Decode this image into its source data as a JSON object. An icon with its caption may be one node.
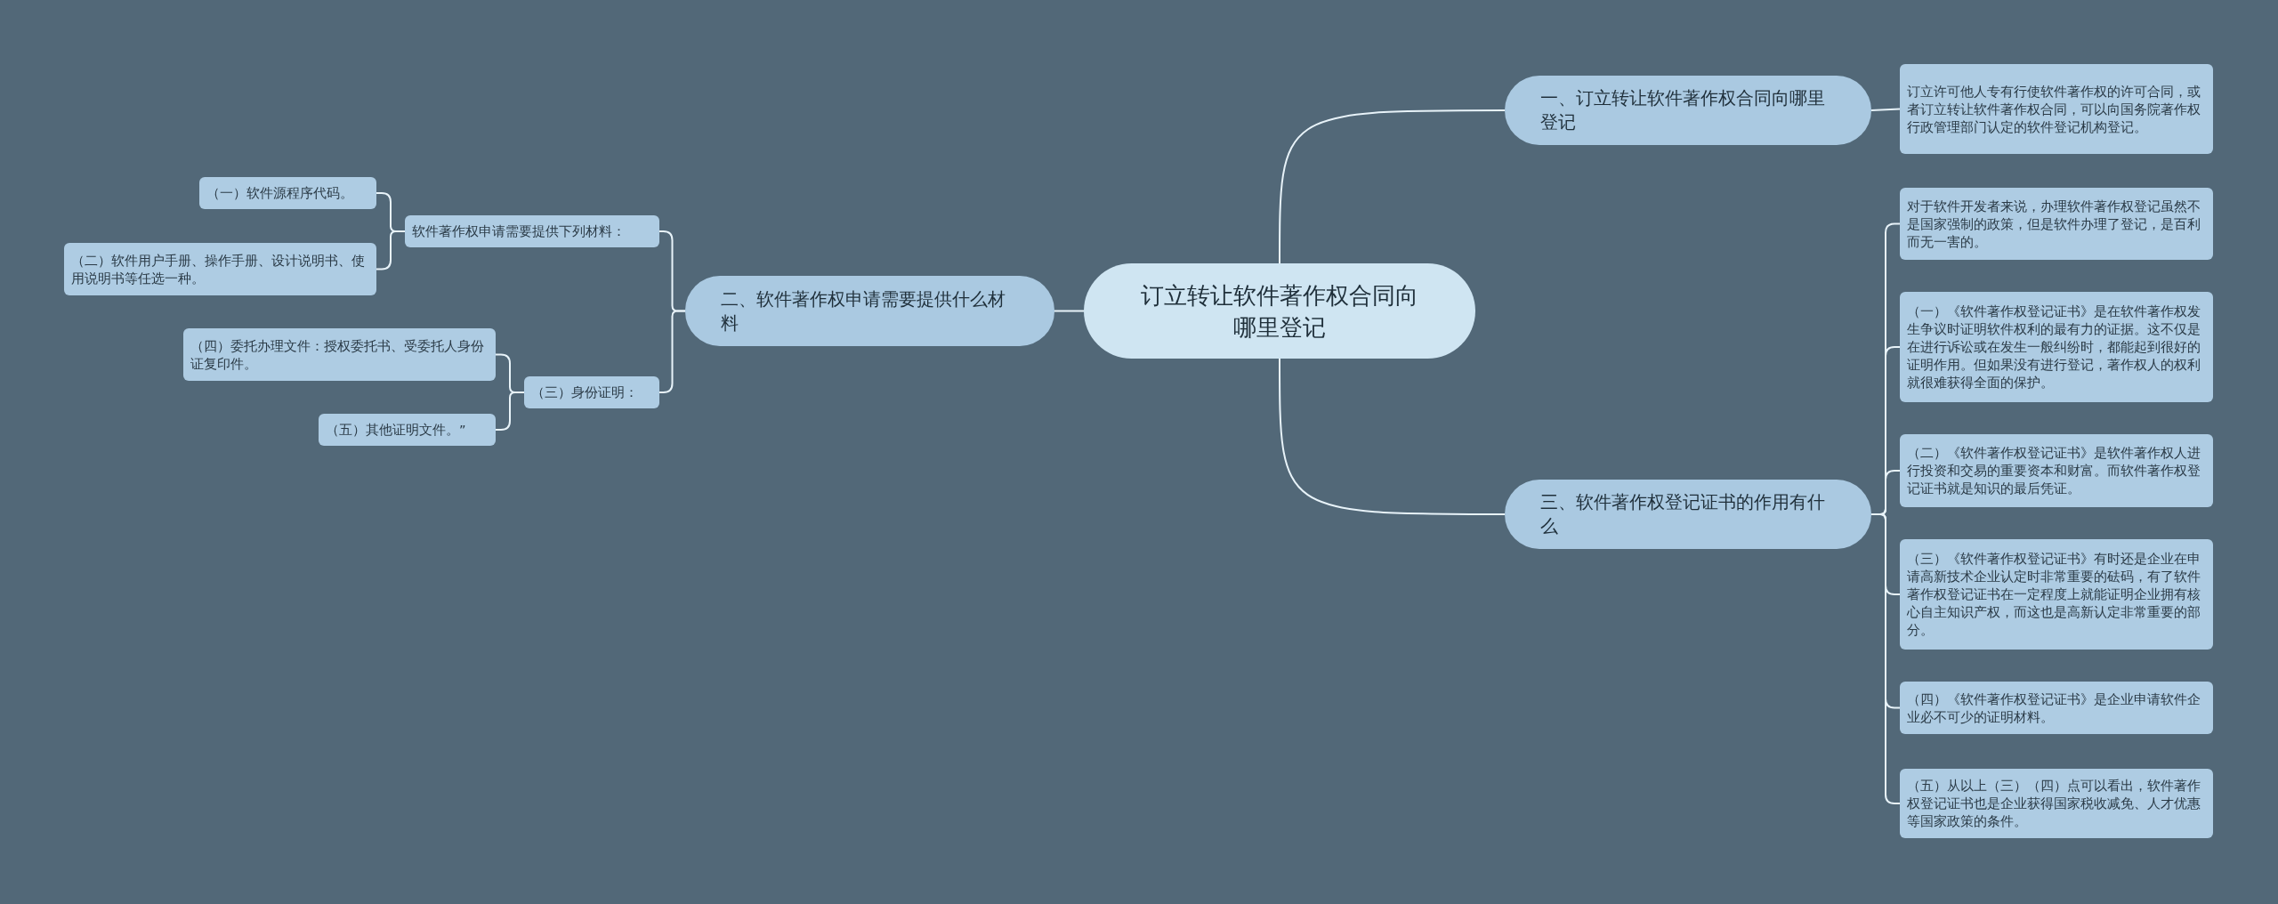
{
  "diagram": {
    "nodes": [
      {
        "text": [
          "订立转让软件著作权合同向哪里登记"
        ]
      },
      {
        "text": [
          "一、订立转让软件著作权合同向哪里登记"
        ]
      },
      {
        "text": [
          "订立许可他人专有行使软件著作权的许可合同，或者订立转让软件著作权合同，可以向国务院著作权行政管理部门认定的软件登记机构登记。"
        ]
      },
      {
        "text": [
          "二、软件著作权申请需要提供什么材料"
        ]
      },
      {
        "text": [
          "软件著作权申请需要提供下列材料："
        ]
      },
      {
        "text": [
          "（一）软件源程序代码。"
        ]
      },
      {
        "text": [
          "（二）软件用户手册、操作手册、设计说明书、使用说明书等任选一种。"
        ]
      },
      {
        "text": [
          "（三）身份证明："
        ]
      },
      {
        "text": [
          "（四）委托办理文件：授权委托书、受委托人身份证复印件。"
        ]
      },
      {
        "text": [
          "（五）其他证明文件。”"
        ]
      },
      {
        "text": [
          "三、软件著作权登记证书的作用有什么"
        ]
      },
      {
        "text": [
          "对于软件开发者来说，办理软件著作权登记虽然不是国家强制的政策，但是软件办理了登记，是百利而无一害的。"
        ]
      },
      {
        "text": [
          "（一）《软件著作权登记证书》是在软件著作权发生争议时证明软件权利的最有力的证据。这不仅是在进行诉讼或在发生一般纠纷时，都能起到很好的证明作用。但如果没有进行登记，著作权人的权利就很难获得全面的保护。"
        ]
      },
      {
        "text": [
          "（二）《软件著作权登记证书》是软件著作权人进行投资和交易的重要资本和财富。而软件著作权登记证书就是知识的最后凭证。"
        ]
      },
      {
        "text": [
          "（三）《软件著作权登记证书》有时还是企业在申请高新技术企业认定时非常重要的砝码，有了软件著作权登记证书在一定程度上就能证明企业拥有核心自主知识产权，而这也是高新认定非常重要的部分。"
        ]
      },
      {
        "text": [
          "（四）《软件著作权登记证书》是企业申请软件企业必不可少的证明材料。"
        ]
      },
      {
        "text": [
          "（五）从以上（三）（四）点可以看出，软件著作权登记证书也是企业获得国家税收减免、人才优惠等国家政策的条件。"
        ]
      }
    ],
    "edges": [
      {
        "from": 0,
        "to": 1,
        "arrow": "none"
      },
      {
        "from": 1,
        "to": 2,
        "arrow": "none"
      },
      {
        "from": 0,
        "to": 3,
        "arrow": "none"
      },
      {
        "from": 3,
        "to": 4,
        "arrow": "none"
      },
      {
        "from": 4,
        "to": 5,
        "arrow": "none"
      },
      {
        "from": 4,
        "to": 6,
        "arrow": "none"
      },
      {
        "from": 3,
        "to": 7,
        "arrow": "none"
      },
      {
        "from": 7,
        "to": 8,
        "arrow": "none"
      },
      {
        "from": 7,
        "to": 9,
        "arrow": "none"
      },
      {
        "from": 0,
        "to": 10,
        "arrow": "none"
      },
      {
        "from": 10,
        "to": 11,
        "arrow": "none"
      },
      {
        "from": 10,
        "to": 12,
        "arrow": "none"
      },
      {
        "from": 10,
        "to": 13,
        "arrow": "none"
      },
      {
        "from": 10,
        "to": 14,
        "arrow": "none"
      },
      {
        "from": 10,
        "to": 15,
        "arrow": "none"
      },
      {
        "from": 10,
        "to": 16,
        "arrow": "none"
      }
    ]
  }
}
